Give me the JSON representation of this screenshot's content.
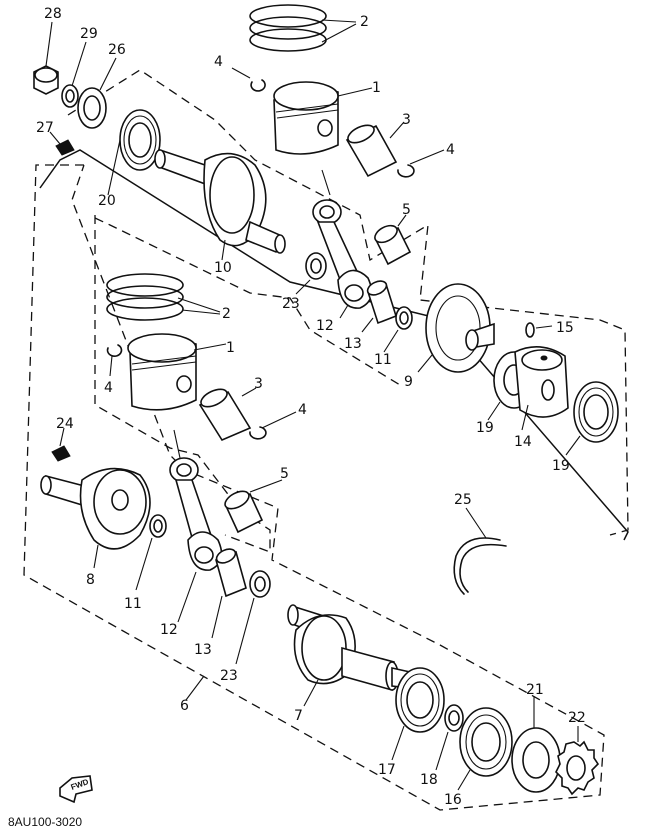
{
  "diagram": {
    "drawing_code": "8AU100-3020",
    "direction_mark": "FWD",
    "labels": {
      "n28": "28",
      "n29": "29",
      "n26": "26",
      "n27": "27",
      "n20": "20",
      "n2a": "2",
      "n4a": "4",
      "n1a": "1",
      "n3a": "3",
      "n4b": "4",
      "n5a": "5",
      "n10": "10",
      "n23a": "23",
      "n12a": "12",
      "n13a": "13",
      "n11a": "11",
      "n9": "9",
      "n15": "15",
      "n19a": "19",
      "n14": "14",
      "n19b": "19",
      "n2b": "2",
      "n1b": "1",
      "n4c": "4",
      "n3b": "3",
      "n4d": "4",
      "n24": "24",
      "n5b": "5",
      "n8": "8",
      "n11b": "11",
      "n12b": "12",
      "n13b": "13",
      "n23b": "23",
      "n25": "25",
      "n6": "6",
      "n7": "7",
      "n17": "17",
      "n18": "18",
      "n16": "16",
      "n21": "21",
      "n22": "22"
    }
  }
}
